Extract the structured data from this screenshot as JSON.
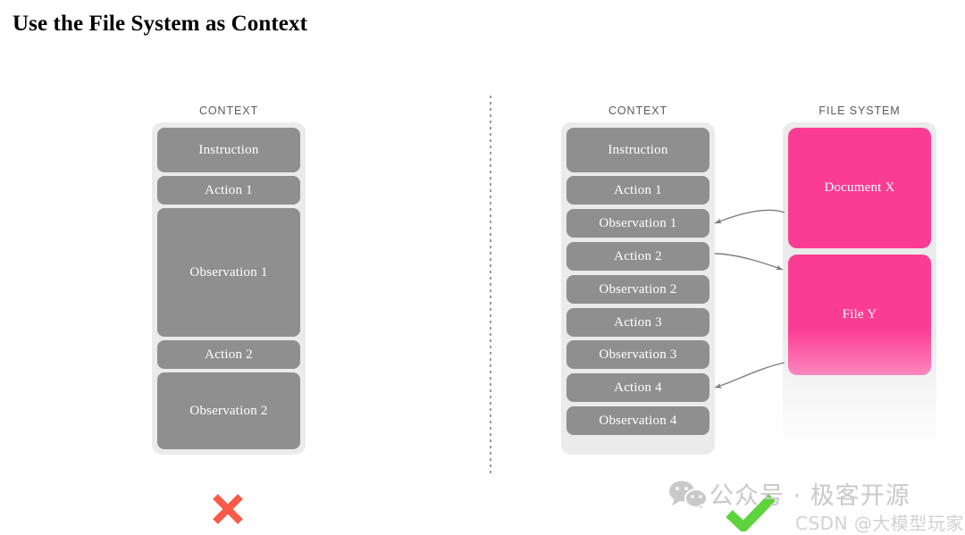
{
  "page": {
    "title": "Use the File System as Context",
    "background_color": "#ffffff"
  },
  "colors": {
    "panel_bg": "#ebebeb",
    "block_gray": "#8f8f8f",
    "block_pink": "#fb3c95",
    "caption_text": "#5b5b5b",
    "block_text": "#ffffff",
    "divider": "#9a9a9a",
    "connector": "#7d7d7d",
    "mark_x": "#fa5a48",
    "mark_check": "#5dd33c",
    "watermark": "#c9c9c9"
  },
  "left_example": {
    "caption": "CONTEXT",
    "verdict": "x-mark",
    "blocks": [
      {
        "label": "Instruction",
        "kind": "gray",
        "size": "medium"
      },
      {
        "label": "Action 1",
        "kind": "gray",
        "size": "small"
      },
      {
        "label": "Observation 1",
        "kind": "gray",
        "size": "large"
      },
      {
        "label": "Action 2",
        "kind": "gray",
        "size": "small"
      },
      {
        "label": "Observation 2",
        "kind": "gray",
        "size": "large"
      }
    ]
  },
  "right_example": {
    "caption": "CONTEXT",
    "verdict": "check-mark",
    "blocks": [
      {
        "label": "Instruction",
        "kind": "gray",
        "size": "medium"
      },
      {
        "label": "Action 1",
        "kind": "gray",
        "size": "small"
      },
      {
        "label": "Observation 1",
        "kind": "gray",
        "size": "small"
      },
      {
        "label": "Action 2",
        "kind": "gray",
        "size": "small"
      },
      {
        "label": "Observation 2",
        "kind": "gray",
        "size": "small"
      },
      {
        "label": "Action 3",
        "kind": "gray",
        "size": "small"
      },
      {
        "label": "Observation 3",
        "kind": "gray",
        "size": "small"
      },
      {
        "label": "Action 4",
        "kind": "gray",
        "size": "small"
      },
      {
        "label": "Observation 4",
        "kind": "gray",
        "size": "small"
      }
    ]
  },
  "file_system": {
    "caption": "FILE SYSTEM",
    "blocks": [
      {
        "label": "Document X",
        "kind": "pink"
      },
      {
        "label": "File Y",
        "kind": "pink"
      }
    ]
  },
  "connections": [
    {
      "from": "Document X",
      "to": "Observation 1",
      "direction": "left"
    },
    {
      "from": "Action 2",
      "to": "File Y",
      "direction": "right"
    },
    {
      "from": "File Y",
      "to": "Action 4",
      "direction": "left"
    }
  ],
  "watermark": {
    "icon": "wechat-icon",
    "line1": "公众号 · 极客开源",
    "line2": "CSDN @大模型玩家"
  }
}
